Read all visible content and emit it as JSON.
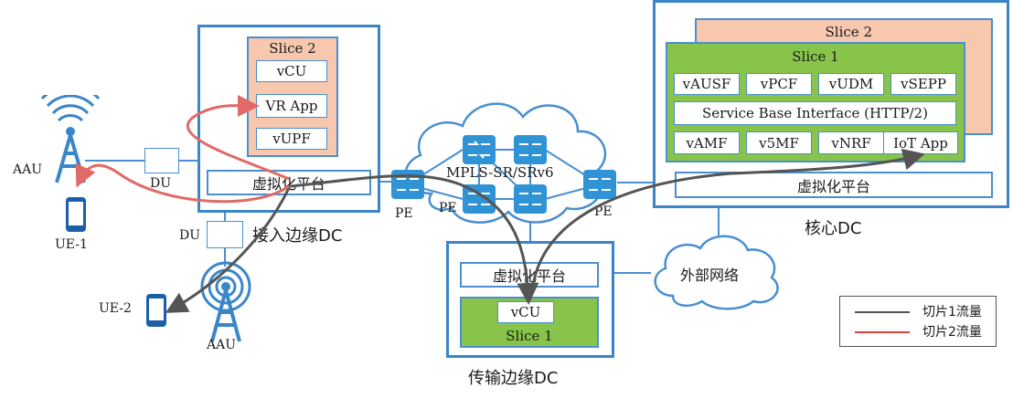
{
  "access_dc": {
    "caption": "接入边缘DC",
    "slice_label": "Slice 2",
    "functions": [
      "vCU",
      "VR App",
      "vUPF"
    ],
    "platform": "虚拟化平台"
  },
  "core_dc": {
    "caption": "核心DC",
    "back_slice_label": "Slice 2",
    "slice_label": "Slice 1",
    "row1": [
      "vAUSF",
      "vPCF",
      "vUDM",
      "vSEPP"
    ],
    "sbi": "Service  Base Interface (HTTP/2)",
    "row2": [
      "vAMF",
      "v5MF",
      "vNRF",
      "IoT App"
    ],
    "platform": "虚拟化平台"
  },
  "transport_dc": {
    "caption": "传输边缘DC",
    "platform": "虚拟化平台",
    "function": "vCU",
    "slice_label": "Slice 1"
  },
  "network": {
    "cloud_label": "MPLS-SR/SRv6",
    "pe_label": "PE",
    "external_label": "外部网络"
  },
  "ran": {
    "aau_label": "AAU",
    "du_label": "DU",
    "ue1_label": "UE-1",
    "ue2_label": "UE-2"
  },
  "legend": {
    "slice1": "切片1流量",
    "slice2": "切片2流量",
    "slice1_color": "#555555",
    "slice2_color": "#d9433b"
  }
}
